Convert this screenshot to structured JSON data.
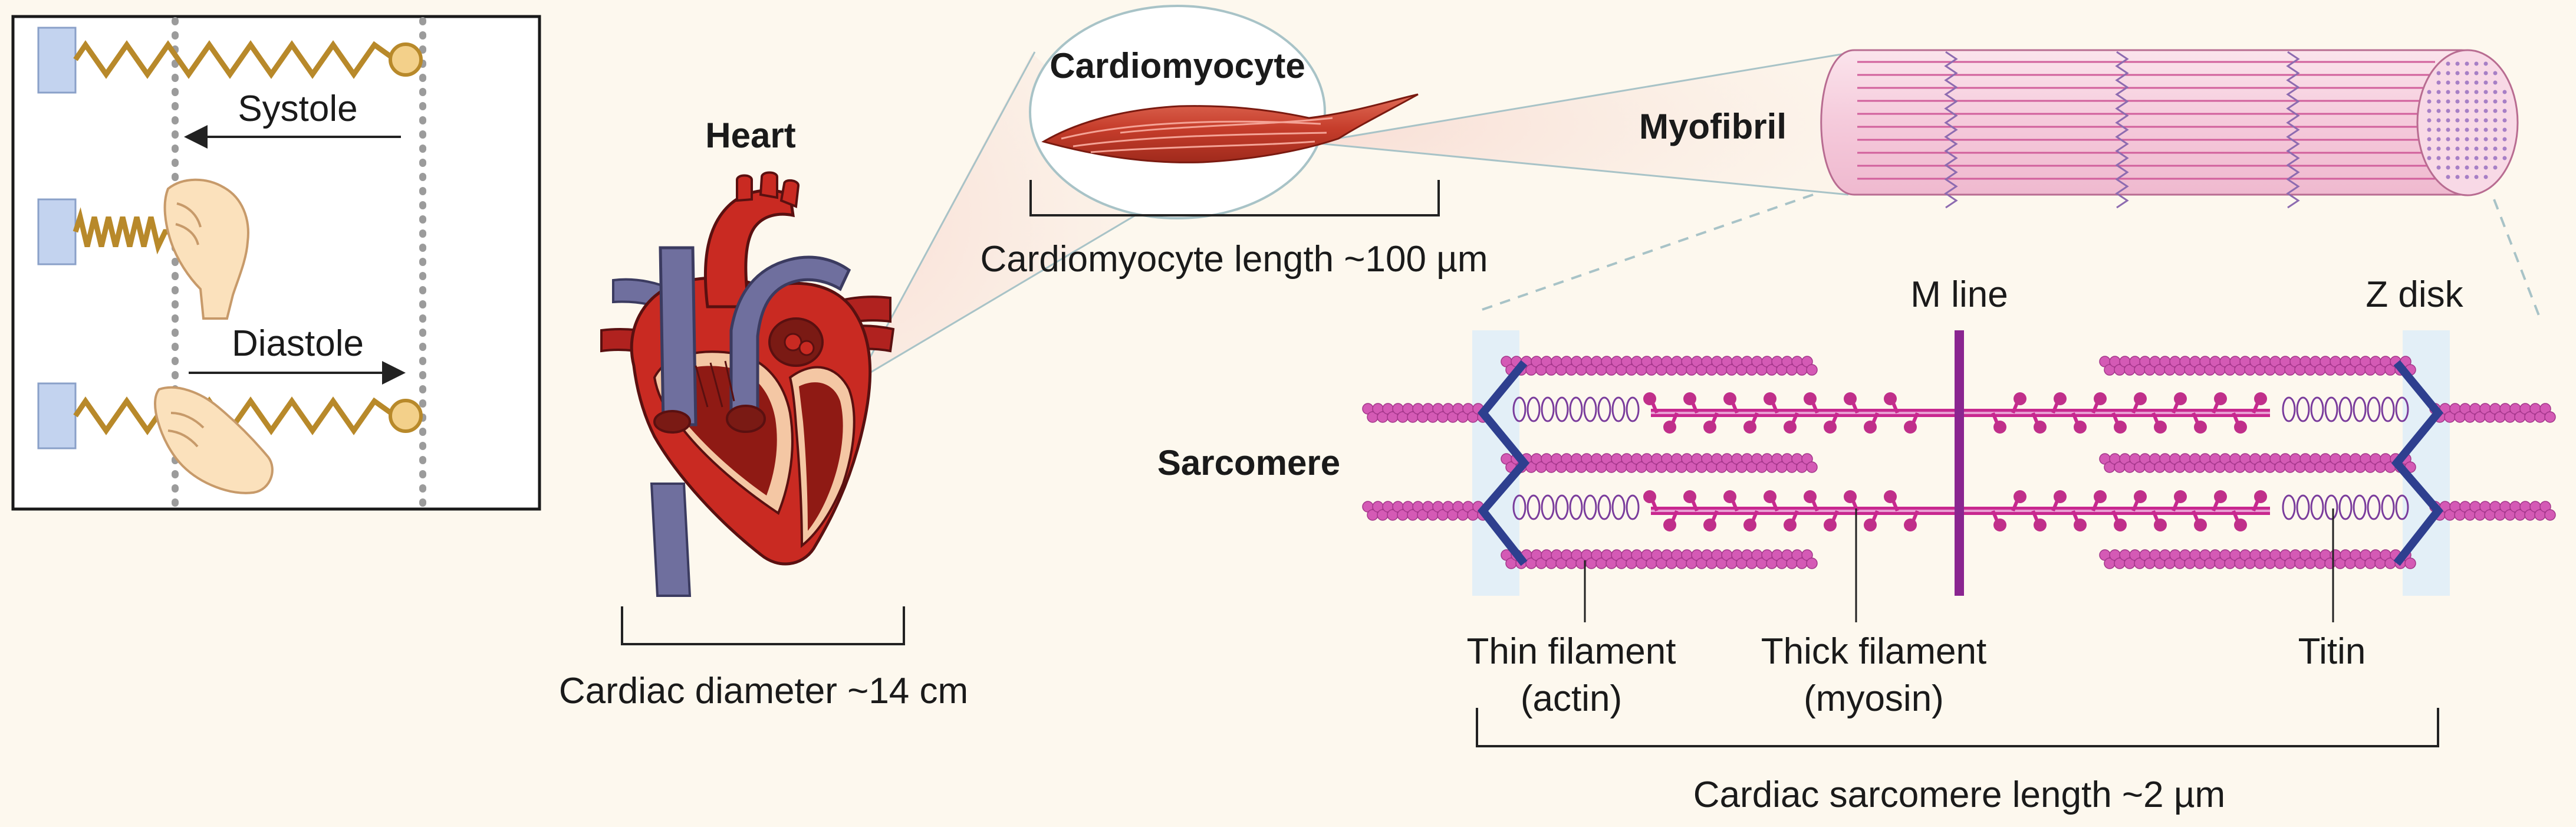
{
  "spring_panel": {
    "systole_label": "Systole",
    "diastole_label": "Diastole"
  },
  "heart": {
    "title": "Heart",
    "size_label": "Cardiac diameter ~14 cm"
  },
  "cardiomyocyte": {
    "title": "Cardiomyocyte",
    "size_label": "Cardiomyocyte length ~100 µm"
  },
  "myofibril": {
    "title": "Myofibril"
  },
  "sarcomere": {
    "title": "Sarcomere",
    "m_line_label": "M line",
    "z_disk_label": "Z disk",
    "thin_filament_label_1": "Thin filament",
    "thin_filament_label_2": "(actin)",
    "thick_filament_label_1": "Thick filament",
    "thick_filament_label_2": "(myosin)",
    "titin_label": "Titin",
    "size_label": "Cardiac sarcomere length ~2 µm"
  },
  "colors": {
    "spring": "#b8892a",
    "wall_block": "#c3d3ef",
    "heart_red": "#b0221f",
    "vein_blue": "#6f6f9e",
    "actin_pink": "#d45ab5",
    "myosin_magenta": "#c8288f",
    "z_disk_blue": "#2e3f8f",
    "m_line_purple": "#8a2590"
  }
}
